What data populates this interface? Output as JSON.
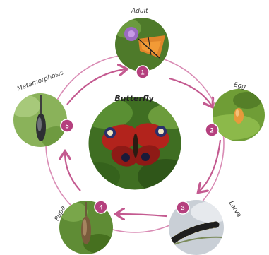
{
  "diagram": {
    "title": "Butterfly",
    "stages": [
      {
        "number": "1",
        "label": "Adult"
      },
      {
        "number": "2",
        "label": "Egg"
      },
      {
        "number": "3",
        "label": "Larva"
      },
      {
        "number": "4",
        "label": "Pupa"
      },
      {
        "number": "5",
        "label": "Metamorphosis"
      }
    ],
    "colors": {
      "accent": "#b5407e",
      "arrow": "#c45a90",
      "leaf": "#4f7d2c"
    }
  }
}
